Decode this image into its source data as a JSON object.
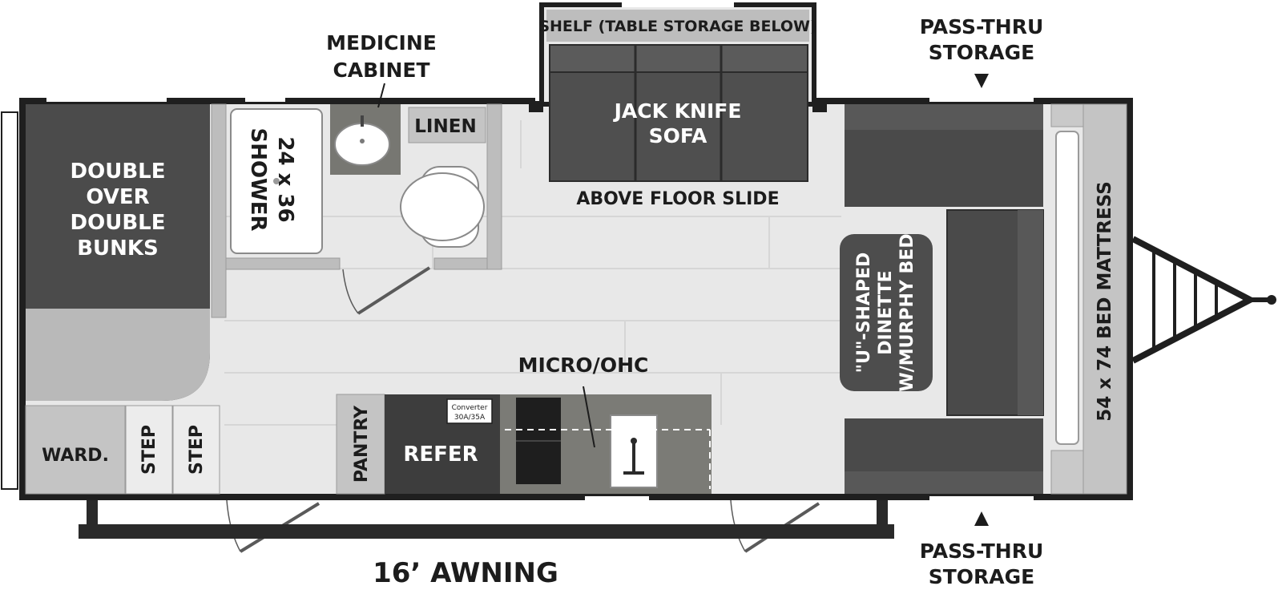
{
  "labels": {
    "medicine_cabinet_1": "MEDICINE",
    "medicine_cabinet_2": "CABINET",
    "shelf": "SHELF (TABLE STORAGE BELOW)",
    "pass_thru_top_1": "PASS-THRU",
    "pass_thru_top_2": "STORAGE",
    "bunks_1": "DOUBLE",
    "bunks_2": "OVER",
    "bunks_3": "DOUBLE",
    "bunks_4": "BUNKS",
    "shower_1": "24 x 36",
    "shower_2": "SHOWER",
    "linen": "LINEN",
    "sofa_1": "JACK KNIFE",
    "sofa_2": "SOFA",
    "slide": "ABOVE FLOOR SLIDE",
    "dinette_1": "\"U\"-SHAPED",
    "dinette_2": "DINETTE",
    "dinette_3": "W/MURPHY BED",
    "mattress": "54 x 74 BED MATTRESS",
    "micro": "MICRO/OHC",
    "converter_1": "Converter",
    "converter_2": "30A/35A",
    "refer": "REFER",
    "pantry": "PANTRY",
    "ward": "WARD.",
    "step_1": "STEP",
    "step_2": "STEP",
    "awning": "16’ AWNING",
    "pass_thru_bottom_1": "PASS-THRU",
    "pass_thru_bottom_2": "STORAGE"
  },
  "colors": {
    "wall": "#1f1f1f",
    "floor": "#e9e9e9",
    "furniture_dark": "#4d4d4d",
    "furniture_mid": "#6e6e6e",
    "counter": "#7c7c77",
    "light_gray": "#c9c9c9",
    "white": "#ffffff"
  }
}
